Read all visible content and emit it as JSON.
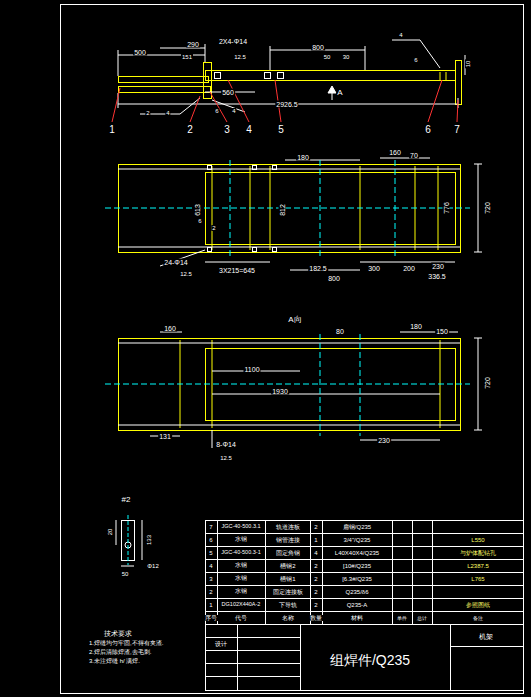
{
  "diagram": {
    "labels": [
      "500",
      "290",
      "2X4-Φ14",
      "151",
      "12.5",
      "800",
      "4",
      "50",
      "30",
      "6",
      "10",
      "560",
      "2",
      "4",
      "6",
      "4",
      "2926.5",
      "A",
      "1",
      "2",
      "3",
      "4",
      "5",
      "6",
      "7",
      "180",
      "160",
      "70",
      "613",
      "812",
      "776",
      "720",
      "6",
      "2",
      "24-Φ14",
      "12.5",
      "3X215=645",
      "182.5",
      "800",
      "300",
      "200",
      "230",
      "336.5",
      "A向",
      "160",
      "80",
      "180",
      "150",
      "1100",
      "1930",
      "720",
      "131",
      "8-Φ14",
      "12.5",
      "230",
      "#2",
      "20",
      "133",
      "50",
      "Φ12",
      "技术要求",
      "1.焊缝均匀牢固,不得有夹渣.",
      "2.焊后清除焊渣,去毛刺.",
      "3.未注焊缝 h/ 满焊.",
      "7",
      "JGC-40-500.3.1",
      "轨道连板",
      "2",
      "扁钢/Q235",
      "6",
      "水钢",
      "钢管连接",
      "1",
      "3/4\"/Q235",
      "L550",
      "5",
      "JGC-40-500.3-1",
      "固定角钢",
      "4",
      "L40X40X4/Q235",
      "与炉体配钻孔",
      "4",
      "水钢",
      "槽钢2",
      "2",
      "[10#/Q235",
      "L2387.5",
      "3",
      "水钢",
      "槽钢1",
      "2",
      "[6.3#/Q235",
      "L765",
      "2",
      "水钢",
      "固定连接板",
      "2",
      "Q235/δ6",
      "1",
      "DG102X440A-2",
      "下导轨",
      "2",
      "Q235-A",
      "参照图纸",
      "序号",
      "代号",
      "名称",
      "数量",
      "材料",
      "单件",
      "总计",
      "备注",
      "组焊件/Q235",
      "机架",
      "设计"
    ]
  }
}
